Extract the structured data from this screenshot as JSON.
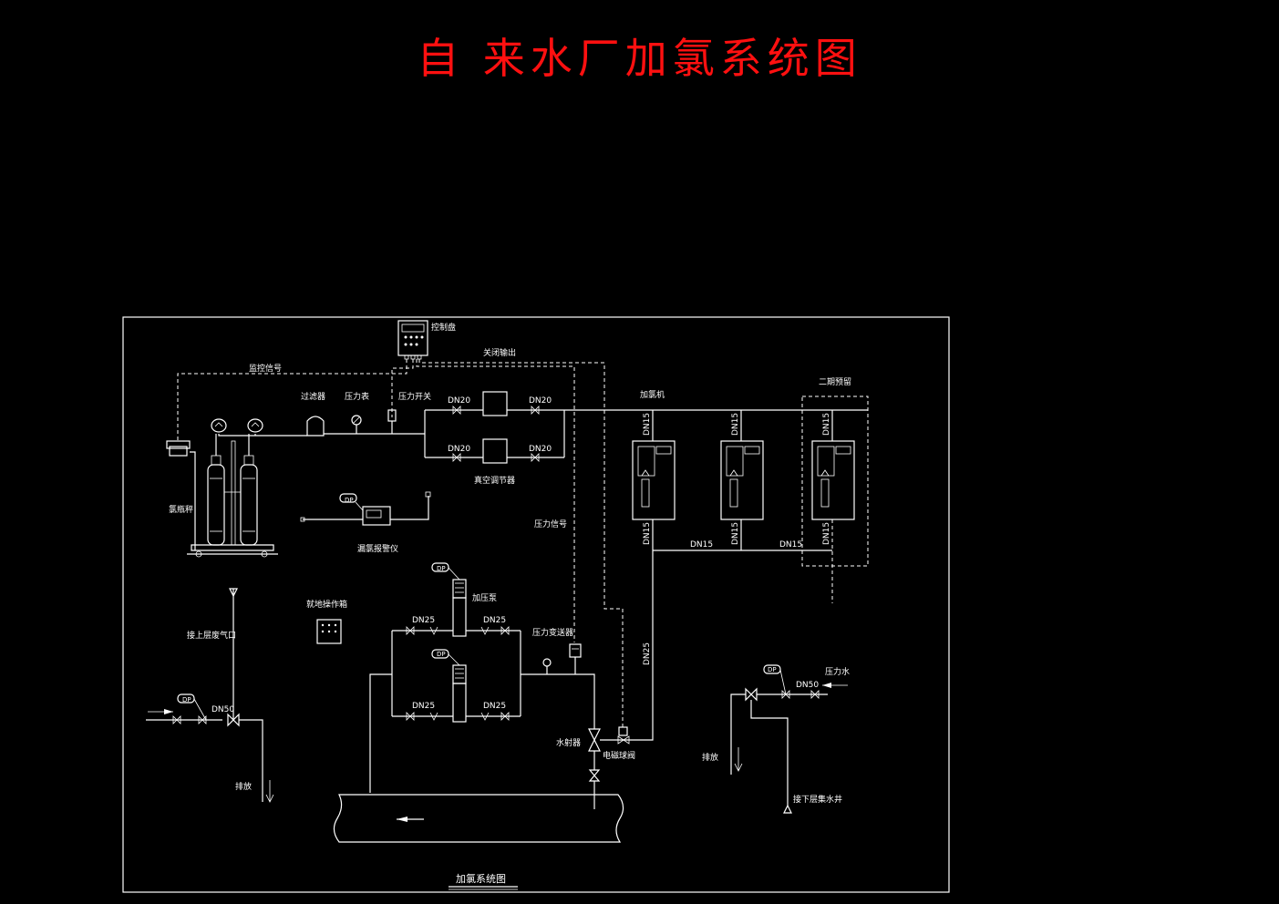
{
  "title": "自 来水厂加氯系统图",
  "labels": {
    "control_panel": "控制盘",
    "monitor_signal": "监控信号",
    "switch_output": "关闭输出",
    "filter": "过滤器",
    "pressure_gauge": "压力表",
    "pressure_switch": "压力开关",
    "vacuum_regulator": "真空调节器",
    "chlorinator": "加氯机",
    "chlorine_cylinder": "氯瓶秤",
    "leak_detector": "漏氯报警仪",
    "pressure_signal": "压力信号",
    "secondary_chlorination": "二期预留",
    "local_panel": "就地操作箱",
    "booster_pump": "加压泵",
    "pressure_transmitter": "压力变送器",
    "upper_exhaust": "接上层废气口",
    "drain_left": "排放",
    "drain_right": "排放",
    "ejector": "水射器",
    "solenoid_valve": "电磁球阀",
    "pressure_water": "压力水",
    "lower_pit": "接下层集水井",
    "caption": "加氯系统图",
    "dp1": "DP",
    "dp2": "DP",
    "dp3": "DP",
    "dp4": "DP",
    "dp5": "DP"
  },
  "pipe_sizes": {
    "dn20_a": "DN20",
    "dn20_b": "DN20",
    "dn20_c": "DN20",
    "dn20_d": "DN20",
    "dn15_a": "DN15",
    "dn15_b": "DN15",
    "dn15_c": "DN15",
    "dn15_d": "DN15",
    "dn15_e": "DN15",
    "dn15_f": "DN15",
    "dn15_g": "DN15",
    "dn15_h": "DN15",
    "dn25_a": "DN25",
    "dn25_b": "DN25",
    "dn25_c": "DN25",
    "dn25_d": "DN25",
    "dn25_v": "DN25",
    "dn50_a": "DN50",
    "dn50_b": "DN50"
  }
}
